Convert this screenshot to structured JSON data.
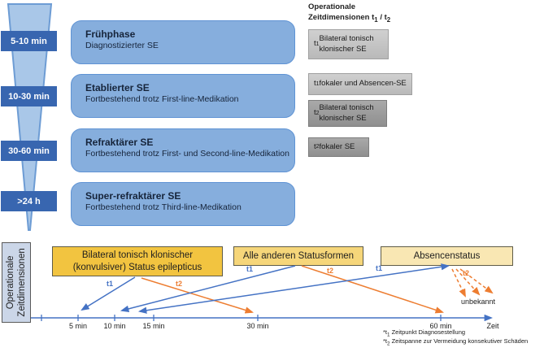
{
  "funnel": {
    "stages": [
      {
        "label": "5-10 min"
      },
      {
        "label": "10-30 min"
      },
      {
        "label": "30-60 min"
      },
      {
        "label": ">24 h"
      }
    ]
  },
  "phases": [
    {
      "title": "Frühphase",
      "subtitle": "Diagnostizierter SE"
    },
    {
      "title": "Etablierter SE",
      "subtitle": "Fortbestehend trotz First-line-Medikation"
    },
    {
      "title": "Refraktärer SE",
      "subtitle": "Fortbestehend trotz First- und Second-line-Medikation"
    },
    {
      "title": "Super-refraktärer SE",
      "subtitle": "Fortbestehend trotz Third-line-Medikation"
    }
  ],
  "dimensions_panel": {
    "heading_line1": "Operationale",
    "heading_line2": "Zeitdimensionen t_1 / t_2",
    "boxes": [
      {
        "label": "t_1 Bilateral tonisch klonischer SE",
        "tone": "light"
      },
      {
        "label": "t_1 fokaler und Absencen-SE",
        "tone": "light"
      },
      {
        "label": "t_2 Bilateral tonisch klonischer SE",
        "tone": "dark"
      },
      {
        "label": "t_2 fokaler SE",
        "tone": "dark"
      }
    ]
  },
  "timeline_section": {
    "axis_label_lines": [
      "Operationale",
      "Zeitdimensionen"
    ],
    "status_boxes": [
      {
        "label": "Bilateral tonisch klonischer (konvulsiver) Status epilepticus",
        "tone": "gold"
      },
      {
        "label": "Alle anderen Statusformen",
        "tone": "amber"
      },
      {
        "label": "Absencenstatus",
        "tone": "cream"
      }
    ],
    "ticks": [
      "5 min",
      "10 min",
      "15 min",
      "30 min",
      "60 min"
    ],
    "axis_end_label": "Zeit",
    "arrow_labels": {
      "t1": "t1",
      "t2": "t2"
    },
    "unknown_label": "unbekannt",
    "footnotes": [
      "*t_1 Zeitpunkt Diagnosestellung",
      "*t_2 Zeitspanne zur Vermeidung konsekutiver Schäden"
    ]
  },
  "colors": {
    "phase_blue": "#86AEDD",
    "phase_border": "#5F93D4",
    "phase_text": "#16243A",
    "band_blue": "#3866B0",
    "funnel_fill": "#A9C7E8",
    "funnel_stroke": "#6D9CD4",
    "gold": "#F2C440",
    "amber": "#F6D67A",
    "cream": "#F9E7B3",
    "panel_bluegray": "#CBD6E8",
    "arrow_blue": "#4472C4",
    "arrow_orange": "#ED7D31"
  }
}
